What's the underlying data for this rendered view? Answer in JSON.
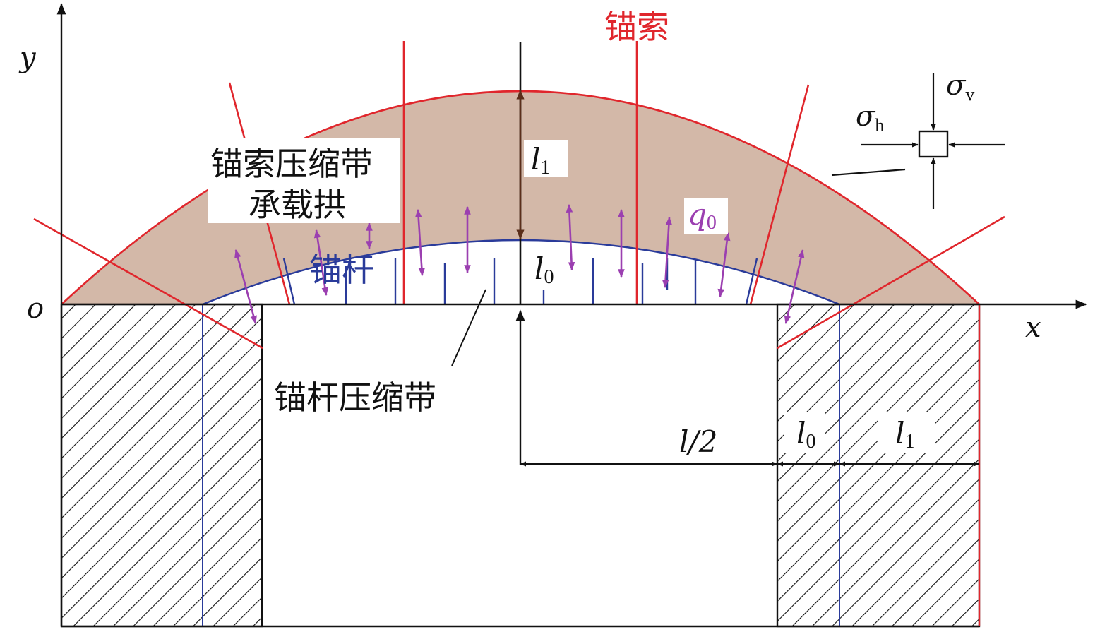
{
  "axes": {
    "x_label": "x",
    "y_label": "y",
    "origin_label": "o"
  },
  "labels": {
    "anchor_cable": "锚索",
    "cable_zone_line1": "锚索压缩带",
    "cable_zone_line2": "承载拱",
    "rock_bolt": "锚杆",
    "bolt_zone": "锚杆压缩带",
    "q0_main": "q",
    "q0_sub": "0",
    "sigma_h_main": "σ",
    "sigma_h_sub": "h",
    "sigma_v_main": "σ",
    "sigma_v_sub": "v"
  },
  "dimensions": {
    "l1_main": "l",
    "l1_sub": "1",
    "l0_main": "l",
    "l0_sub": "0",
    "half_span": "l/2",
    "bottom_l0_main": "l",
    "bottom_l0_sub": "0",
    "bottom_l1_main": "l",
    "bottom_l1_sub": "1"
  },
  "colors": {
    "arch_fill": "#d3b8a8",
    "cable": "#e0262c",
    "bolt": "#2a3b9a",
    "force": "#9b3fb0",
    "ink": "#111111"
  }
}
